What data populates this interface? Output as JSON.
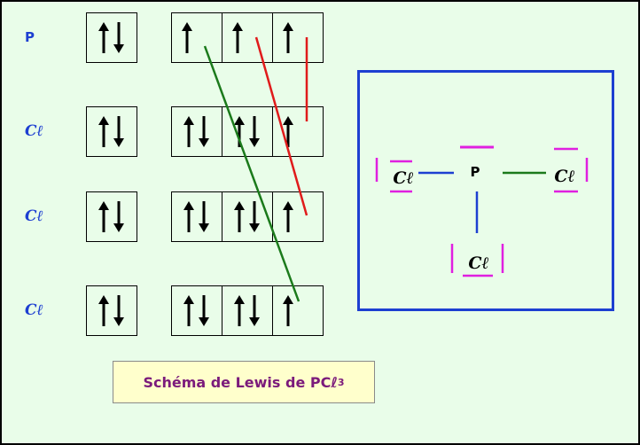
{
  "rows": [
    {
      "label": "P",
      "core": "pair",
      "shell": [
        "up",
        "up",
        "up"
      ]
    },
    {
      "label": "Cℓ",
      "core": "pair",
      "shell": [
        "pair",
        "pair",
        "up"
      ]
    },
    {
      "label": "Cℓ",
      "core": "pair",
      "shell": [
        "pair",
        "pair",
        "up"
      ]
    },
    {
      "label": "Cℓ",
      "core": "pair",
      "shell": [
        "pair",
        "pair",
        "up"
      ]
    }
  ],
  "lewis": {
    "center": "P",
    "ligands": [
      {
        "label": "Cℓ",
        "bond_color": "#1d3fd1"
      },
      {
        "label": "Cℓ",
        "bond_color": "#1b7a1b"
      },
      {
        "label": "Cℓ",
        "bond_color": "#1d3fd1"
      }
    ]
  },
  "pairing_lines": [
    {
      "from_row": 0,
      "from_box": 0,
      "to_row": 3,
      "color": "#1b7a1b"
    },
    {
      "from_row": 0,
      "from_box": 1,
      "to_row": 2,
      "color": "#e01b1b"
    },
    {
      "from_row": 0,
      "from_box": 2,
      "to_row": 1,
      "color": "#e01b1b"
    }
  ],
  "caption": {
    "text": "Schéma de Lewis de PCℓ",
    "sub": "3"
  },
  "colors": {
    "label_blue": "#1d3fd1",
    "lone_pair": "#e020e0",
    "box_border": "#1d3fd1"
  }
}
